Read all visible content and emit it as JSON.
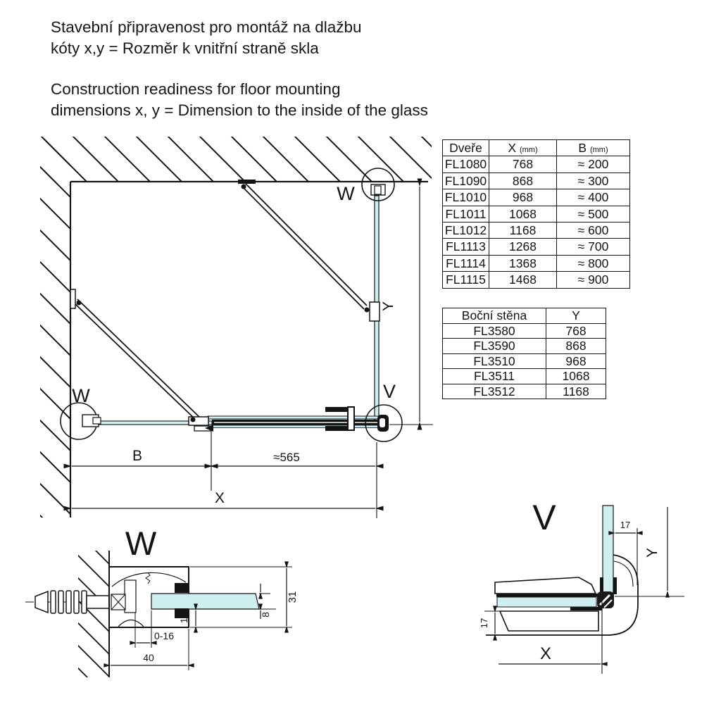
{
  "headings": {
    "cs_line1": "Stavební připravenost pro montáž na dlažbu",
    "cs_line2": "kóty x,y = Rozměr k vnitřní straně skla",
    "en_line1": "Construction readiness for floor mounting",
    "en_line2": "dimensions x, y = Dimension to the inside of the glass"
  },
  "doors_table": {
    "col_model": "Dveře",
    "col_x": "X",
    "col_x_unit": "(mm)",
    "col_b": "B",
    "col_b_unit": "(mm)",
    "rows": [
      {
        "model": "FL1080",
        "x": "768",
        "b": "≈ 200"
      },
      {
        "model": "FL1090",
        "x": "868",
        "b": "≈ 300"
      },
      {
        "model": "FL1010",
        "x": "968",
        "b": "≈ 400"
      },
      {
        "model": "FL1011",
        "x": "1068",
        "b": "≈ 500"
      },
      {
        "model": "FL1012",
        "x": "1168",
        "b": "≈ 600"
      },
      {
        "model": "FL1113",
        "x": "1268",
        "b": "≈ 700"
      },
      {
        "model": "FL1114",
        "x": "1368",
        "b": "≈ 800"
      },
      {
        "model": "FL1115",
        "x": "1468",
        "b": "≈ 900"
      }
    ]
  },
  "side_panel_table": {
    "col_model": "Boční stěna",
    "col_y": "Y",
    "rows": [
      {
        "model": "FL3580",
        "y": "768"
      },
      {
        "model": "FL3590",
        "y": "868"
      },
      {
        "model": "FL3510",
        "y": "968"
      },
      {
        "model": "FL3511",
        "y": "1068"
      },
      {
        "model": "FL3512",
        "y": "1168"
      }
    ]
  },
  "plan": {
    "label_w_top": "W",
    "label_w_left": "W",
    "label_v": "V",
    "dim_b": "B",
    "dim_approx": "≈565",
    "dim_x": "X",
    "dim_y": "Y"
  },
  "detail_w": {
    "title": "W",
    "dim_total_depth": "31",
    "dim_glass_thickness": "8",
    "dim_bottom_inset": "11",
    "dim_adjustment": "0-16",
    "dim_profile_width": "40"
  },
  "detail_v": {
    "title": "V",
    "dim_offset_top": "17",
    "dim_offset_bottom": "17",
    "dim_x": "X",
    "dim_y": "Y"
  },
  "colors": {
    "glass_fill": "#cfeef0",
    "line": "#141414"
  }
}
